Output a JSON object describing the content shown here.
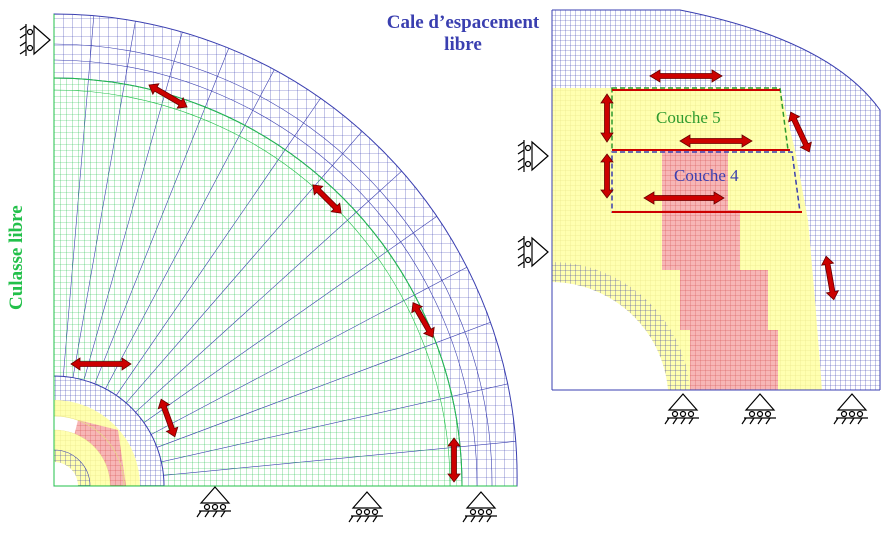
{
  "labels": {
    "cale": "Cale d’espacement libre",
    "culasse": "Culasse libre",
    "couche5": "Couche 5",
    "couche4": "Couche 4"
  },
  "colors": {
    "green_mesh": "#22c04a",
    "blue_mesh": "#3a3fb0",
    "yellow_region": "#ffff99",
    "pink_region": "#f6a3a3",
    "arrow_red": "#cc0000",
    "label_green": "#2e9a2e",
    "label_blue": "#3a3fb0"
  },
  "icons": {
    "support": "roller-support-triangle",
    "arrow": "double-headed-arrow"
  }
}
